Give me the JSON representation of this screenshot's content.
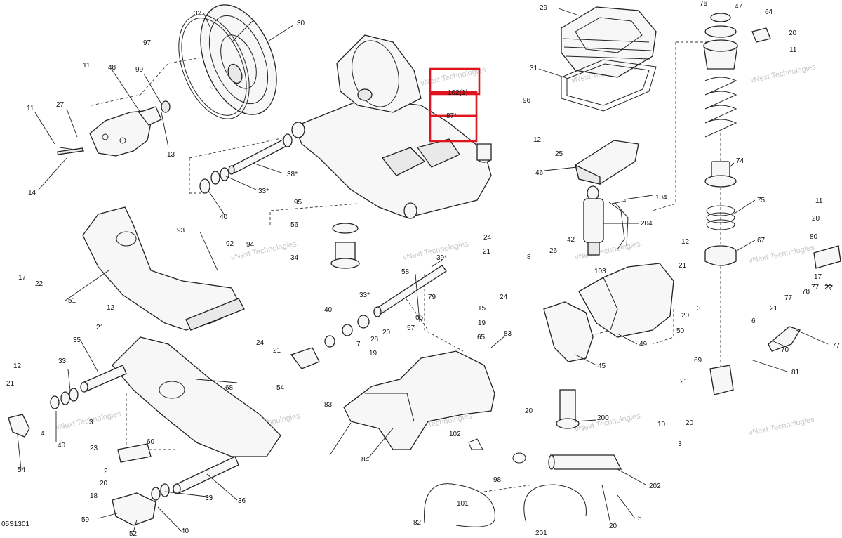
{
  "diagram": {
    "sheet_code": "05S1301",
    "watermark": "vNext Technologies",
    "callouts": [
      "29",
      "76",
      "47",
      "64",
      "20",
      "11",
      "32",
      "30",
      "97",
      "11",
      "48",
      "99",
      "27",
      "11",
      "13",
      "14",
      "31",
      "96",
      "12",
      "25",
      "46",
      "38*",
      "33*",
      "40",
      "95",
      "56",
      "34",
      "93",
      "92",
      "94",
      "17",
      "22",
      "51",
      "12",
      "21",
      "35",
      "33",
      "68",
      "21",
      "12",
      "54",
      "4",
      "40",
      "40",
      "33*",
      "24",
      "21",
      "54",
      "7",
      "19",
      "28",
      "20",
      "57",
      "79",
      "66",
      "15",
      "19",
      "65",
      "58",
      "39*",
      "24",
      "21",
      "83",
      "24",
      "83",
      "84",
      "3",
      "23",
      "60",
      "2",
      "20",
      "18",
      "59",
      "52",
      "40",
      "33",
      "36",
      "102",
      "98",
      "82",
      "101",
      "201",
      "20",
      "200",
      "202",
      "20",
      "5",
      "104",
      "8",
      "26",
      "42",
      "204",
      "103",
      "12",
      "21",
      "3",
      "20",
      "50",
      "49",
      "45",
      "74",
      "75",
      "67",
      "11",
      "20",
      "80",
      "17",
      "22",
      "77",
      "78",
      "77",
      "77",
      "6",
      "21",
      "70",
      "77",
      "81",
      "69",
      "21",
      "20",
      "10",
      "3",
      "102(1)",
      "87*"
    ]
  }
}
